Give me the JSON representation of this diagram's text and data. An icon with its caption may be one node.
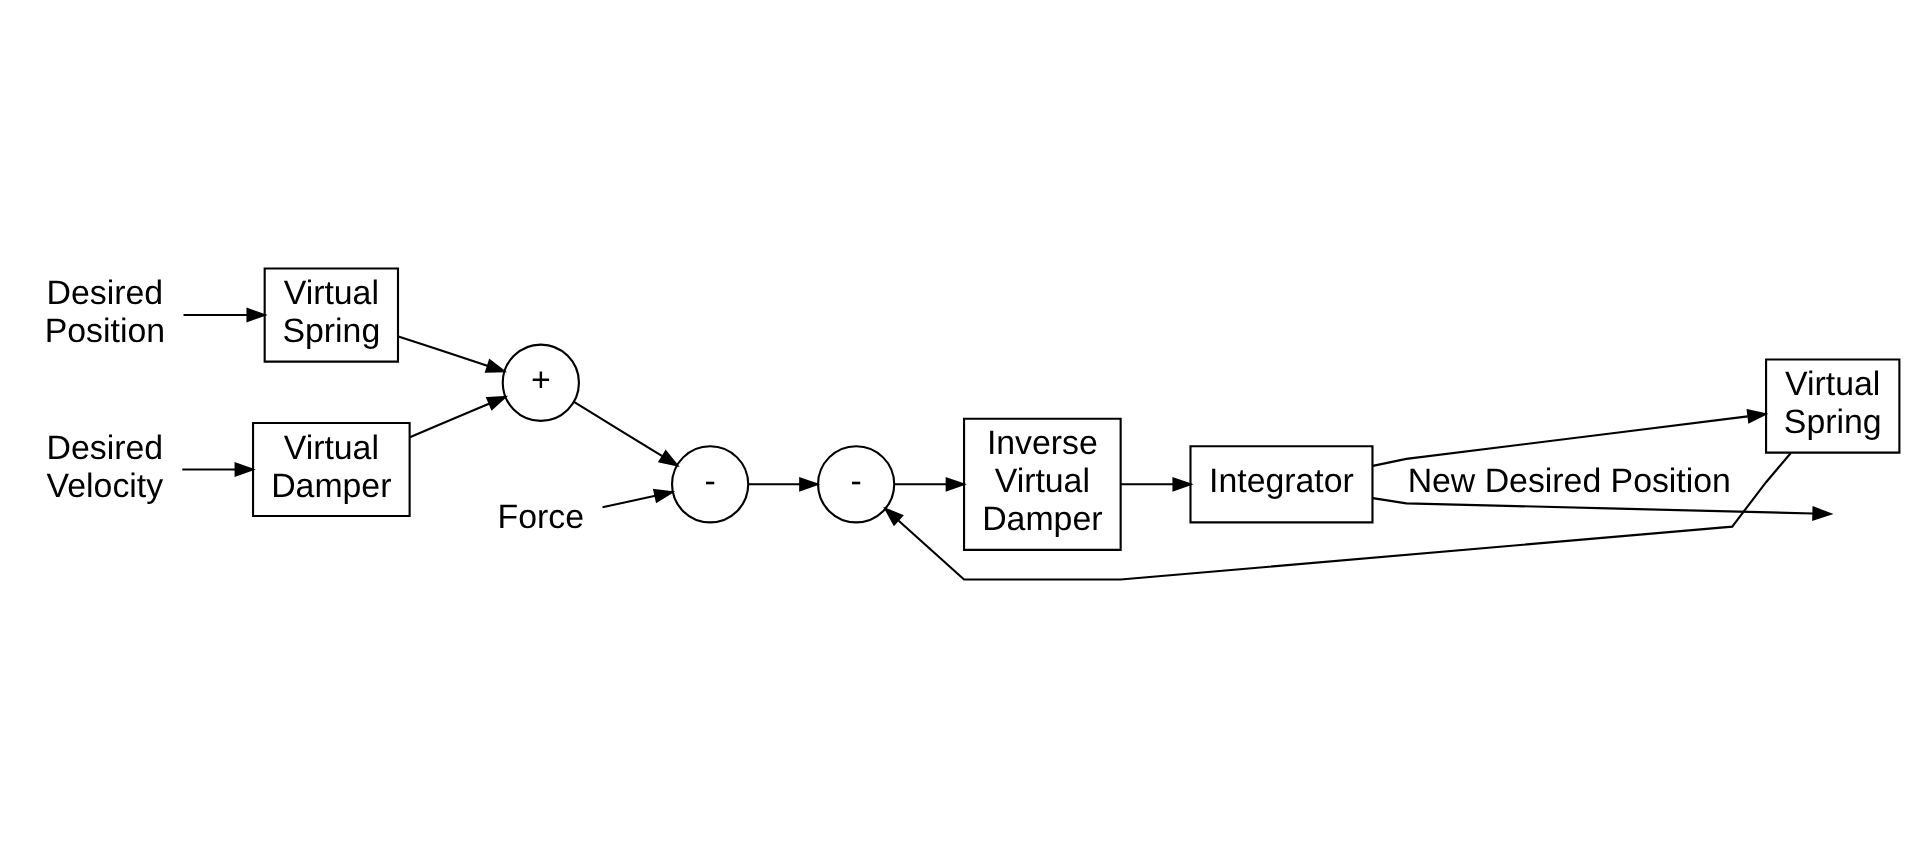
{
  "diagram": {
    "nodes": [
      {
        "text": [
          "Desired Position"
        ]
      },
      {
        "text": [
          "Virtual Spring"
        ]
      },
      {
        "text": [
          "Desired Velocity"
        ]
      },
      {
        "text": [
          "Virtual Damper"
        ]
      },
      {
        "text": [
          "+"
        ]
      },
      {
        "text": [
          "Force"
        ]
      },
      {
        "text": [
          "-"
        ]
      },
      {
        "text": [
          "-"
        ]
      },
      {
        "text": [
          "Inverse Virtual Damper"
        ]
      },
      {
        "text": [
          "Integrator"
        ]
      },
      {
        "text": [
          "Virtual Spring"
        ]
      }
    ],
    "edges": [
      {
        "from": 0,
        "to": 1,
        "arrow": "to"
      },
      {
        "from": 1,
        "to": 4,
        "arrow": "to"
      },
      {
        "from": 2,
        "to": 3,
        "arrow": "to"
      },
      {
        "from": 3,
        "to": 4,
        "arrow": "to"
      },
      {
        "from": 4,
        "to": 6,
        "arrow": "to"
      },
      {
        "from": 5,
        "to": 6,
        "arrow": "to"
      },
      {
        "from": 6,
        "to": 7,
        "arrow": "to"
      },
      {
        "from": 7,
        "to": 8,
        "arrow": "to"
      },
      {
        "from": 8,
        "to": 9,
        "arrow": "to"
      },
      {
        "from": 9,
        "to": null,
        "arrow": "to",
        "label": "New Desired Position"
      },
      {
        "from": 9,
        "to": 10,
        "arrow": "to"
      },
      {
        "from": 10,
        "to": 7,
        "arrow": "to"
      }
    ]
  }
}
